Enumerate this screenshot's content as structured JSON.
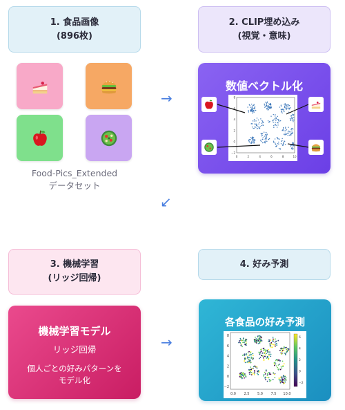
{
  "steps": {
    "s1": {
      "line1": "1. 食品画像",
      "line2": "(896枚)"
    },
    "s2": {
      "line1": "2. CLIP埋め込み",
      "line2": "(視覚・意味)"
    },
    "s3": {
      "line1": "3. 機械学習",
      "line2": "(リッジ回帰)"
    },
    "s4": {
      "line1": "4. 好み予測"
    }
  },
  "foods": [
    {
      "icon": "cake-icon",
      "bg": "#f8a9c8"
    },
    {
      "icon": "burger-icon",
      "bg": "#f6a864"
    },
    {
      "icon": "apple-icon",
      "bg": "#7fe08c"
    },
    {
      "icon": "salad-icon",
      "bg": "#c9a6f2"
    }
  ],
  "dataset": {
    "name": "Food-Pics_Extended",
    "type": "データセット"
  },
  "arrows": {
    "right": "→",
    "diag": "↙"
  },
  "clip_panel": {
    "title": "数値ベクトル化"
  },
  "ml_panel": {
    "title": "機械学習モデル",
    "subtitle": "リッジ回帰",
    "desc_line1": "個人ごとの好みパターンを",
    "desc_line2": "モデル化"
  },
  "pred_panel": {
    "title": "各食品の好み予測",
    "x_ticks": [
      "0.0",
      "2.5",
      "5.0",
      "7.5",
      "10.0"
    ],
    "y_ticks": [
      "8",
      "6",
      "4",
      "2",
      "0",
      "−2"
    ],
    "colorbar_ticks": [
      "6",
      "4",
      "2",
      "0",
      "−2"
    ]
  },
  "clip_plot": {
    "x_ticks": [
      "0",
      "2",
      "4",
      "6",
      "8",
      "10"
    ],
    "y_ticks": [
      "8",
      "6",
      "4",
      "2",
      "0",
      "−2"
    ]
  },
  "colors": {
    "accent_blue": "#4a7fe0",
    "clip_purple": "#7a4ff0",
    "ml_pink": "#d8266f",
    "pred_cyan": "#22a3cc"
  }
}
